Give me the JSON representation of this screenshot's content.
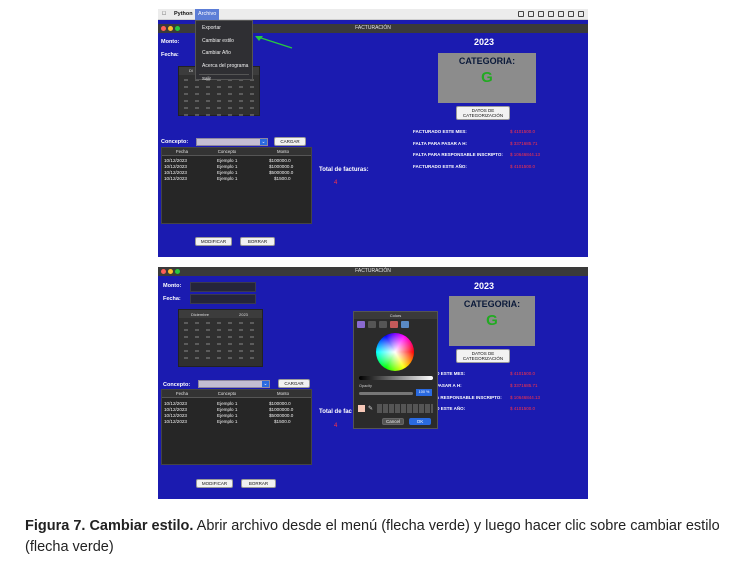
{
  "top": {
    "menubar": {
      "apple": "",
      "app": "Python",
      "menu": "Archivo"
    },
    "window_title": "FACTURACIÓN",
    "menu_items": [
      "Exportar",
      "Cambiar estilo",
      "Cambiar Año",
      "Acerca del programa",
      "Salir"
    ],
    "monto_label": "Monto:",
    "fecha_label": "Fecha:",
    "calendar_month": "Di"
  },
  "bottom": {
    "window_title": "FACTURACIÓN",
    "monto_label": "Monto:",
    "fecha_label": "Fecha:",
    "calendar": {
      "month": "Diciembre",
      "year": "2023"
    },
    "picker": {
      "title": "Colors",
      "opacity_label": "Opacity",
      "opacity_value": "100 %",
      "cancel": "Cancel",
      "ok": "OK"
    }
  },
  "main": {
    "year": "2023",
    "category_title": "CATEGORIA:",
    "category_value": "G",
    "datos_button": "DATOS DE CATEGORIZACIÓN",
    "stats": [
      {
        "label": "FACTURADO ESTE MES:",
        "value": "$ 4101500.0"
      },
      {
        "label": "FALTA PARA PASAR A H:",
        "value": "$ 3371685.71"
      },
      {
        "label": "FALTA PARA RESPONSABLE INSCRIPTO:",
        "value": "$ 10646844.13"
      },
      {
        "label": "FACTURADO ESTE AÑO:",
        "value": "$ 4101500.0"
      }
    ],
    "bottom_stats": [
      {
        "label": "O ESTE MES:",
        "value": "$ 4101500.0"
      },
      {
        "label": "PASAR A H:",
        "value": "$ 3371685.71"
      },
      {
        "label": "A RESPONSABLE INSCRIPTO:",
        "value": "$ 10646844.13"
      },
      {
        "label": "O ESTE AÑO:",
        "value": "$ 4101500.0"
      }
    ],
    "concepto_label": "Concepto:",
    "cargar_button": "CARGAR",
    "table_headers": [
      "Fecha",
      "Concepto",
      "Monto"
    ],
    "rows": [
      [
        "10/12/2023",
        "Ejemplo 1",
        "$100000.0"
      ],
      [
        "10/12/2023",
        "Ejemplo 1",
        "$1000000.0"
      ],
      [
        "10/12/2023",
        "Ejemplo 1",
        "$5000000.0"
      ],
      [
        "10/12/2023",
        "Ejemplo 1",
        "$1500.0"
      ]
    ],
    "total_label": "Total de facturas:",
    "total_label_cut": "Total de fac",
    "total_value": "4",
    "modificar_button": "MODIFICAR",
    "borrar_button": "BORRAR"
  },
  "colors": {
    "window_bg": "#1b1bb0",
    "category_green": "#22aa22",
    "value_red": "#ff3344",
    "arrow_green": "#28c840"
  },
  "caption": {
    "bold": "Figura 7. Cambiar estilo.",
    "text": " Abrir archivo desde el menú (flecha verde) y luego hacer clic sobre cambiar estilo (flecha verde)"
  }
}
